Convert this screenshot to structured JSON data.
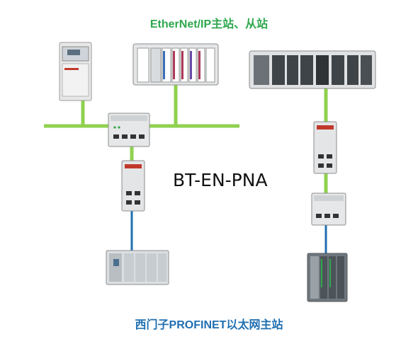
{
  "diagram": {
    "title_top": "EtherNet/IP主站、从站",
    "title_bottom": "西门子PROFINET以太网主站",
    "center_label": "BT-EN-PNA"
  },
  "colors": {
    "ethernet_ip_line": "#8fd14f",
    "profinet_line": "#1f6fb2",
    "title_top": "#2fa84f",
    "title_bottom": "#1f6fb2"
  },
  "devices": [
    {
      "name": "vfd-drive-icon"
    },
    {
      "name": "plc-rack-small-icon"
    },
    {
      "name": "plc-rack-large-icon"
    },
    {
      "name": "managed-switch-icon"
    },
    {
      "name": "gateway-module-icon"
    },
    {
      "name": "siemens-s7-1500-icon"
    },
    {
      "name": "siemens-s7-300-icon"
    }
  ]
}
